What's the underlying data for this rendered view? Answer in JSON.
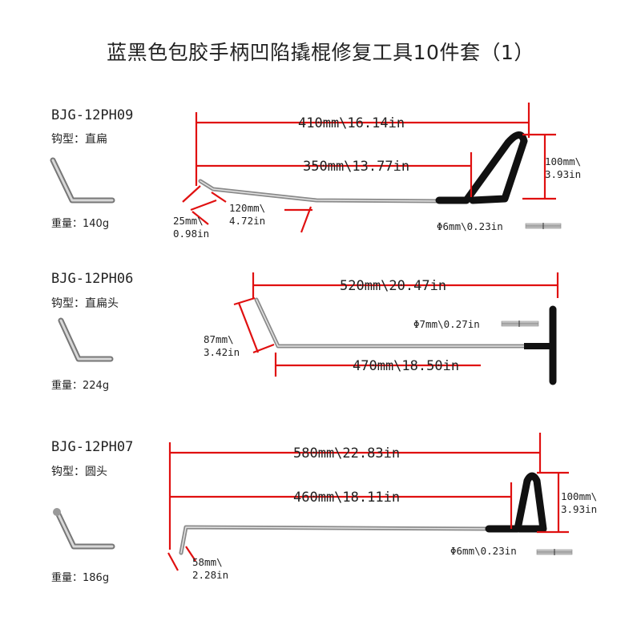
{
  "title": "蓝黑色包胶手柄凹陷撬棍修复工具10件套（1）",
  "tools": [
    {
      "model": "BJG-12PH09",
      "hook_type": "钩型：直扁",
      "weight": "重量：140g",
      "dim_total": "410mm\\16.14in",
      "dim_shaft": "350mm\\13.77in",
      "dim_handle_line1": "100mm\\",
      "dim_handle_line2": "3.93in",
      "dim_bend_line1": "120mm\\",
      "dim_bend_line2": "4.72in",
      "dim_tip_line1": "25mm\\",
      "dim_tip_line2": "0.98in",
      "dim_diameter": "Φ6mm\\0.23in"
    },
    {
      "model": "BJG-12PH06",
      "hook_type": "钩型：直扁头",
      "weight": "重量：224g",
      "dim_total": "520mm\\20.47in",
      "dim_shaft": "470mm\\18.50in",
      "dim_tip_line1": "87mm\\",
      "dim_tip_line2": "3.42in",
      "dim_diameter": "Φ7mm\\0.27in"
    },
    {
      "model": "BJG-12PH07",
      "hook_type": "钩型：圆头",
      "weight": "重量：186g",
      "dim_total": "580mm\\22.83in",
      "dim_shaft": "460mm\\18.11in",
      "dim_handle_line1": "100mm\\",
      "dim_handle_line2": "3.93in",
      "dim_tip_line1": "58mm\\",
      "dim_tip_line2": "2.28in",
      "dim_diameter": "Φ6mm\\0.23in"
    }
  ],
  "colors": {
    "dimension_line": "#e01010",
    "handle": "#111111",
    "rod": "#a9a9a9"
  }
}
